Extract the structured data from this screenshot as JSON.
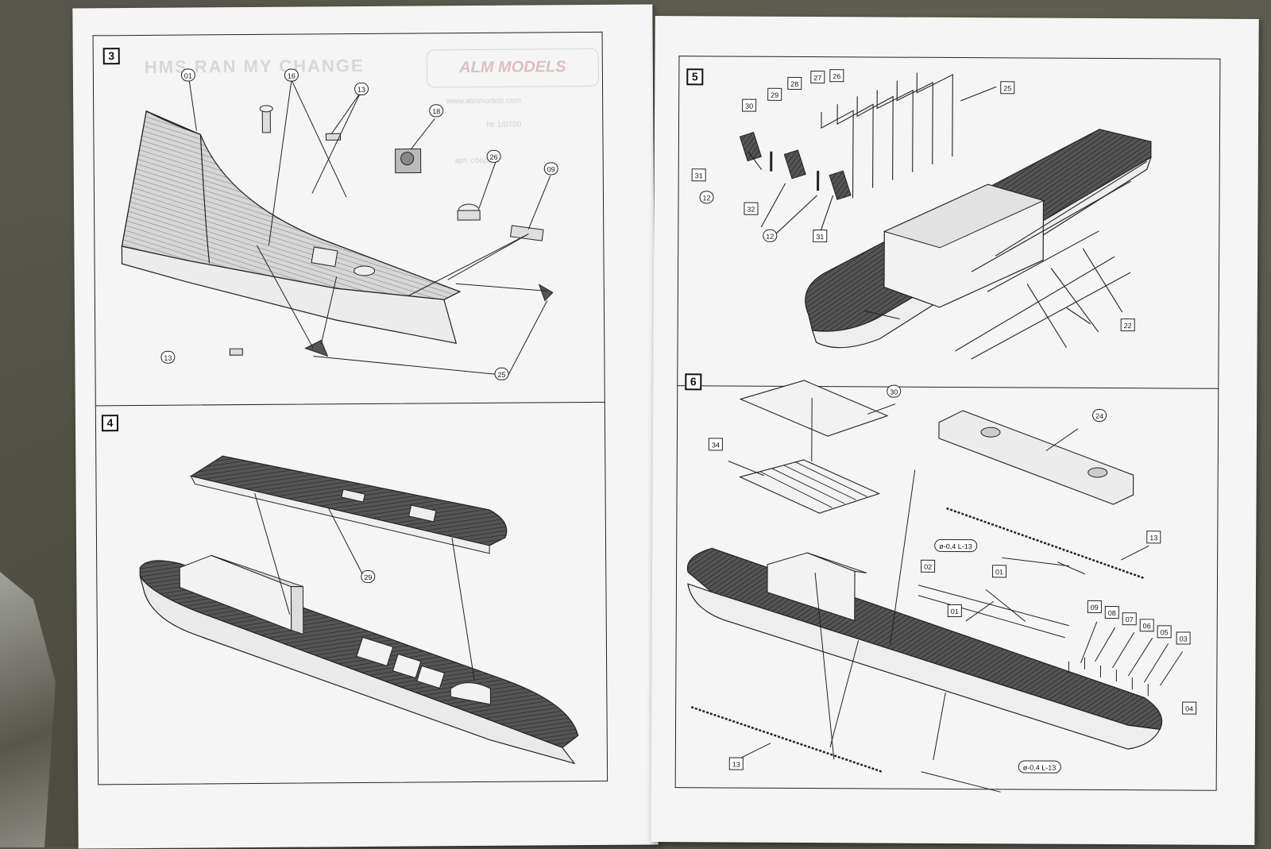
{
  "left_sheet": {
    "show_through": {
      "title": "HMS RAN MY CHANGE",
      "brand": "ALM MODELS",
      "lines": [
        "www.almmodels.com",
        "№ 1/0700",
        "арт. сборки"
      ]
    },
    "step3": {
      "step": "3",
      "parts": [
        "01",
        "16",
        "13",
        "18",
        "26",
        "09",
        "13",
        "25"
      ]
    },
    "step4": {
      "step": "4",
      "parts": [
        "29"
      ]
    }
  },
  "right_sheet": {
    "step5": {
      "step": "5",
      "parts": [
        "27",
        "26",
        "28",
        "29",
        "30",
        "25",
        "31",
        "12",
        "32",
        "12",
        "31",
        "22"
      ]
    },
    "step6": {
      "step": "6",
      "parts": [
        "30",
        "34",
        "24",
        "13",
        "ø-0,4 L-13",
        "02",
        "01",
        "01",
        "09",
        "08",
        "07",
        "06",
        "05",
        "03",
        "04",
        "13",
        "ø-0,4 L-13"
      ]
    }
  }
}
